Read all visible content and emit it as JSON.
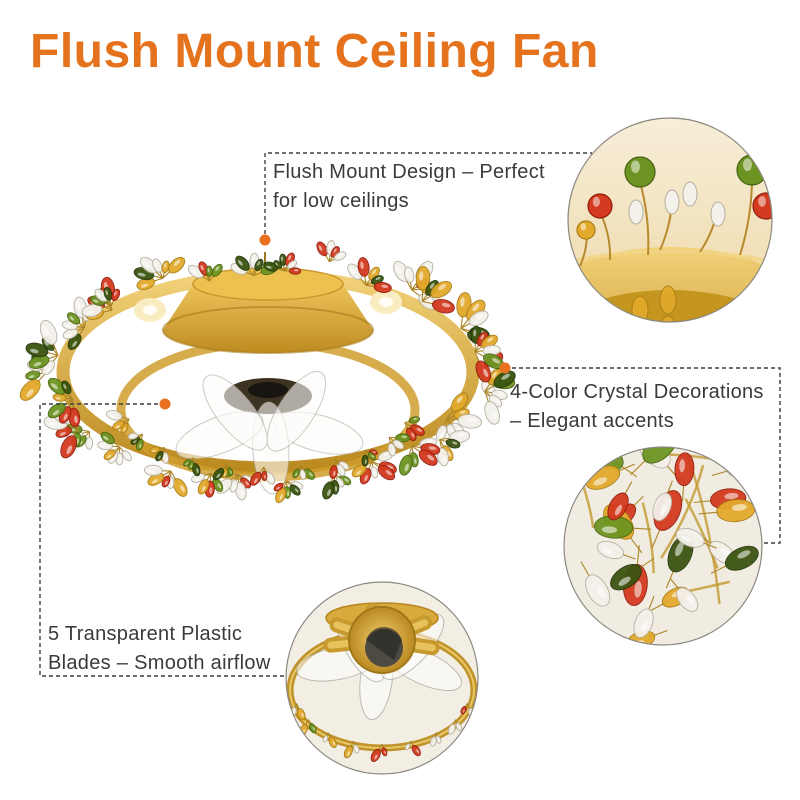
{
  "title": {
    "text": "Flush Mount Ceiling Fan",
    "color": "#e5731d"
  },
  "callouts": [
    {
      "id": "flush-mount-design",
      "lines": [
        "Flush Mount Design – Perfect",
        "for low ceilings"
      ]
    },
    {
      "id": "crystal-decorations",
      "lines": [
        "4-Color Crystal Decorations",
        "– Elegant accents"
      ]
    },
    {
      "id": "transparent-blades",
      "lines": [
        "5 Transparent Plastic",
        "Blades – Smooth airflow"
      ]
    }
  ],
  "style": {
    "accent_orange": "#e8701f",
    "callout_text_color": "#3a3a3a",
    "callout_line_color": "#3f3f3f",
    "gold": "#d9a833",
    "gold_light": "#f2d179",
    "gold_dark": "#a87c1e",
    "ivory": "#f1ece1",
    "crystal_palette": {
      "red": "#d33a1f",
      "green": "#6d9422",
      "dark_green": "#3b5511",
      "amber": "#e2a92c",
      "clear": "#f3f1ea"
    }
  }
}
